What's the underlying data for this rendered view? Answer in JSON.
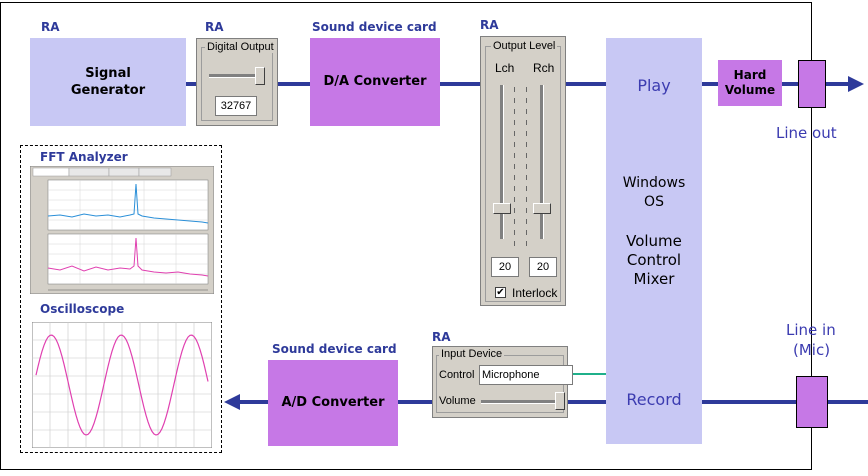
{
  "labels": {
    "ra_signal": "RA",
    "ra_digital": "RA",
    "sound_card_top": "Sound device card",
    "ra_output": "RA",
    "fft_title": "FFT Analyzer",
    "oscilloscope_title": "Oscilloscope",
    "sound_card_bottom": "Sound device card",
    "ra_input": "RA"
  },
  "blocks": {
    "signal_generator": "Signal Generator",
    "da_converter": "D/A Converter",
    "ad_converter": "A/D Converter",
    "hard_volume": "Hard Volume",
    "play": "Play",
    "windows_os": "Windows OS",
    "mixer": "Volume Control Mixer",
    "record": "Record"
  },
  "digital_output": {
    "title": "Digital Output",
    "value": "32767",
    "slider_level": 0.95
  },
  "output_level": {
    "title": "Output Level",
    "lch_label": "Lch",
    "rch_label": "Rch",
    "lch_value": "20",
    "rch_value": "20",
    "interlock_label": "Interlock",
    "interlock_checked": true
  },
  "input_device": {
    "title": "Input Device",
    "control_label": "Control",
    "control_value": "Microphone",
    "volume_label": "Volume",
    "volume_level": 0.9
  },
  "ports": {
    "line_out": "Line out",
    "line_in": "Line in",
    "line_in_sub": "(Mic)"
  },
  "colors": {
    "arrow": "#2e3a9a",
    "lavender": "#c8c8f4",
    "purple": "#c678e6",
    "panel": "#d4d0c8",
    "teal_arrow": "#1fb08a"
  }
}
